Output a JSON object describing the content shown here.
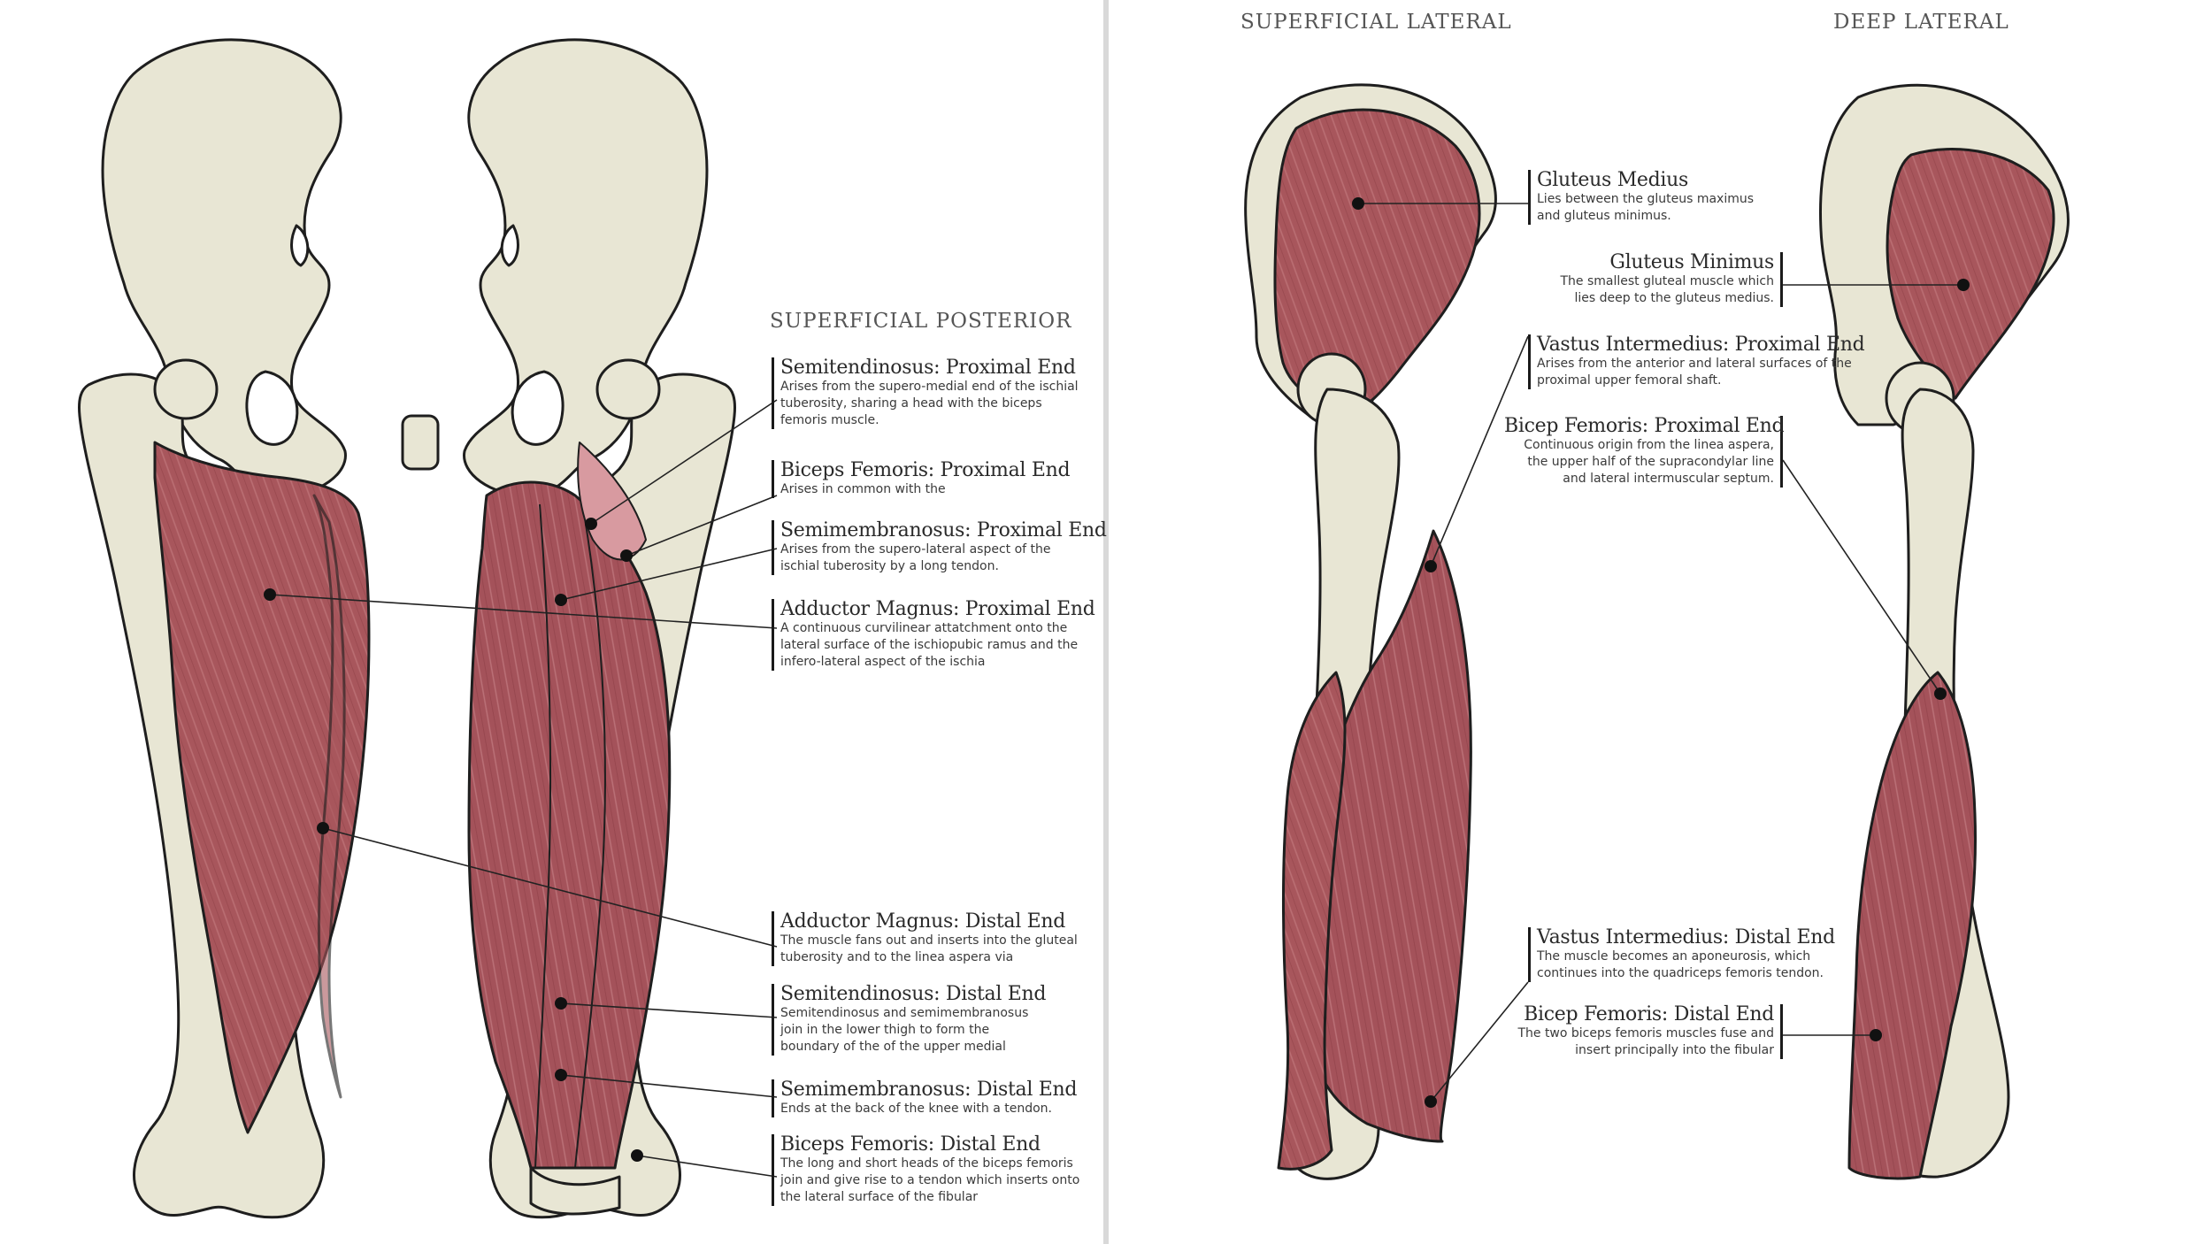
{
  "views": {
    "superficial_posterior": "SUPERFICIAL POSTERIOR",
    "superficial_lateral": "SUPERFICIAL LATERAL",
    "deep_lateral": "DEEP LATERAL"
  },
  "colors": {
    "bone": "#e8e6d4",
    "bone_shadow": "#c9c7b0",
    "muscle": "#a8565c",
    "muscle_light": "#c77b80",
    "outline": "#1e1e1e",
    "leader": "#222222"
  },
  "labels": {
    "semitendinosus_proximal": {
      "name": "Semitendinosus: Proximal End",
      "desc": "Arises from the supero-medial end of the ischial tuberosity, sharing a head with the biceps femoris muscle."
    },
    "biceps_femoris_proximal": {
      "name": "Biceps Femoris: Proximal End",
      "desc": "Arises in common with the"
    },
    "semimembranosus_proximal": {
      "name": "Semimembranosus: Proximal End",
      "desc": "Arises from the supero-lateral aspect of the ischial tuberosity by a long tendon."
    },
    "adductor_magnus_proximal": {
      "name": "Adductor Magnus: Proximal End",
      "desc": "A continuous curvilinear attatchment onto the lateral surface of the ischiopubic ramus and the infero-lateral aspect of the ischia"
    },
    "adductor_magnus_distal": {
      "name": "Adductor Magnus: Distal End",
      "desc": "The muscle fans out and inserts into the gluteal tuberosity and to the linea aspera via"
    },
    "semitendinosus_distal": {
      "name": "Semitendinosus: Distal End",
      "desc": "Semitendinosus and semimembranosus join in the lower thigh to form the boundary of the of the upper medial"
    },
    "semimembranosus_distal": {
      "name": "Semimembranosus: Distal End",
      "desc": "Ends at the back of the knee with a tendon."
    },
    "biceps_femoris_distal": {
      "name": "Biceps Femoris: Distal End",
      "desc": "The long and short heads of the biceps femoris join and give rise to a tendon which inserts onto the lateral surface of the fibular"
    },
    "gluteus_medius": {
      "name": "Gluteus Medius",
      "desc": "Lies between the gluteus maximus and gluteus minimus."
    },
    "gluteus_minimus": {
      "name": "Gluteus Minimus",
      "desc": "The smallest gluteal muscle which lies deep to the gluteus medius."
    },
    "vastus_intermedius_proximal": {
      "name": "Vastus Intermedius: Proximal End",
      "desc": "Arises from the anterior and lateral surfaces of the proximal upper femoral shaft."
    },
    "bicep_femoris_proximal": {
      "name": "Bicep Femoris: Proximal End",
      "desc": "Continuous origin from the linea aspera, the upper half of the supracondylar line and lateral intermuscular septum."
    },
    "vastus_intermedius_distal": {
      "name": "Vastus Intermedius: Distal End",
      "desc": "The muscle becomes an aponeurosis, which continues into the quadriceps femoris tendon."
    },
    "bicep_femoris_distal": {
      "name": "Bicep Femoris: Distal End",
      "desc": "The two biceps femoris muscles fuse and insert principally into the fibular"
    }
  }
}
